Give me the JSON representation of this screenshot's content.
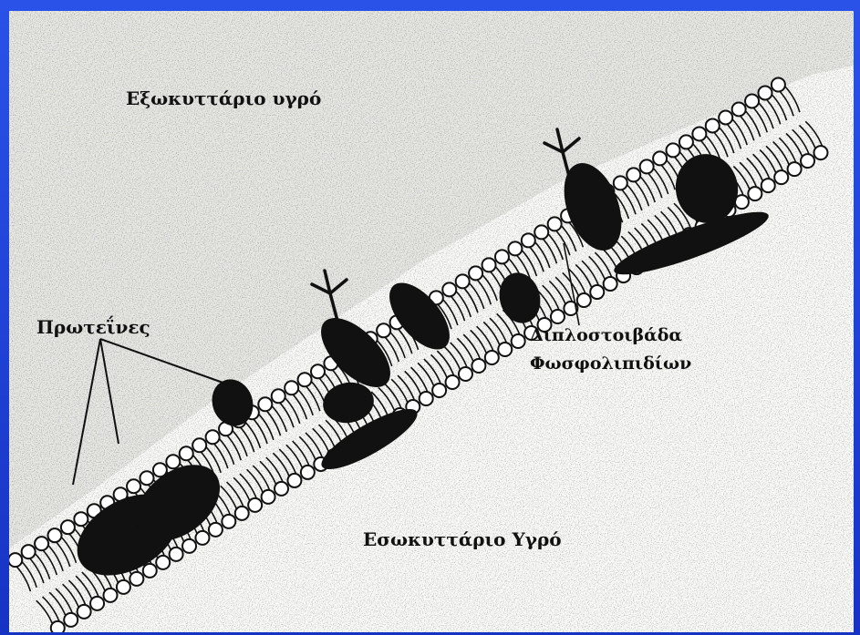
{
  "labels": {
    "extracellular": "Εξωκυττάριο υγρό",
    "intracellular": "Εσωκυττάριο Υγρό",
    "proteins": "Πρωτεΐνες",
    "bilayer_line1": "Διπλοστοιβάδα",
    "bilayer_line2": "Φωσφολιπιδίων"
  },
  "colors": {
    "frame": "#1e3fd6",
    "paper": "#fbfbf9",
    "ink": "#111111"
  }
}
